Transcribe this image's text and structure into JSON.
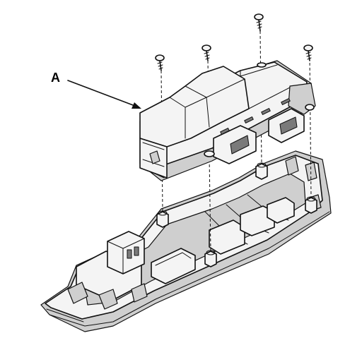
{
  "diagram": {
    "callouts": [
      {
        "label": "A"
      }
    ],
    "parts": [
      "power-window-master-switch",
      "mounting-screw",
      "door-armrest-panel"
    ],
    "screw_count": 4
  }
}
